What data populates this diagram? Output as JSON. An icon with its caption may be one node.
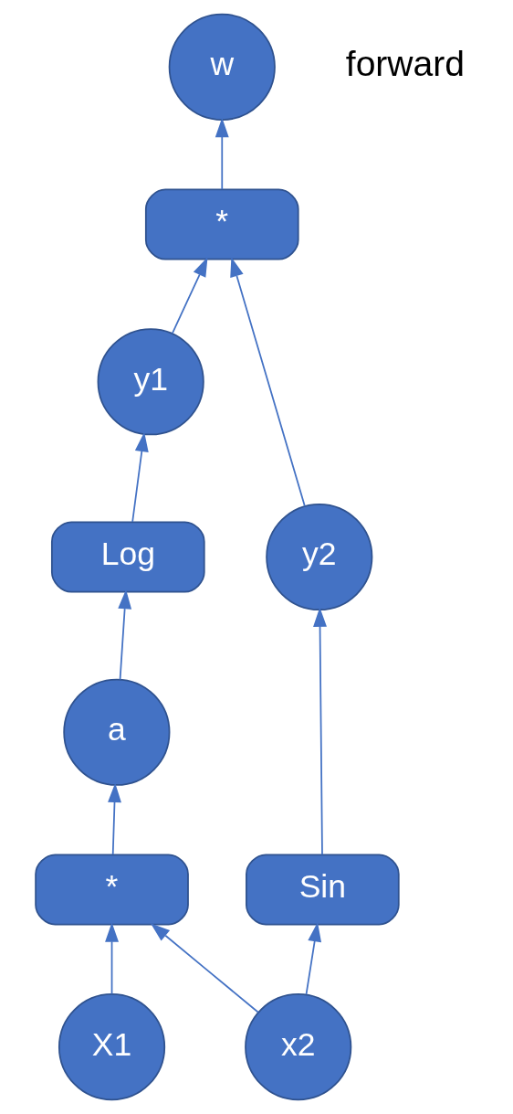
{
  "diagram": {
    "nodes": [
      {
        "text": [
          "w"
        ]
      },
      {
        "text": [
          "*"
        ]
      },
      {
        "text": [
          "y1"
        ]
      },
      {
        "text": [
          "y2"
        ]
      },
      {
        "text": [
          "Log"
        ]
      },
      {
        "text": [
          "Sin"
        ]
      },
      {
        "text": [
          "a"
        ]
      },
      {
        "text": [
          "*"
        ]
      },
      {
        "text": [
          "X1"
        ]
      },
      {
        "text": [
          "x2"
        ]
      }
    ],
    "edges": [
      {
        "from": 1,
        "to": 0,
        "arrow": "to"
      },
      {
        "from": 2,
        "to": 1,
        "arrow": "to"
      },
      {
        "from": 3,
        "to": 1,
        "arrow": "to"
      },
      {
        "from": 4,
        "to": 2,
        "arrow": "to"
      },
      {
        "from": 5,
        "to": 3,
        "arrow": "to"
      },
      {
        "from": 6,
        "to": 4,
        "arrow": "to"
      },
      {
        "from": 7,
        "to": 6,
        "arrow": "to"
      },
      {
        "from": 8,
        "to": 7,
        "arrow": "to"
      },
      {
        "from": 9,
        "to": 7,
        "arrow": "to"
      },
      {
        "from": 9,
        "to": 5,
        "arrow": "to"
      }
    ],
    "labels": [
      "forward"
    ]
  }
}
